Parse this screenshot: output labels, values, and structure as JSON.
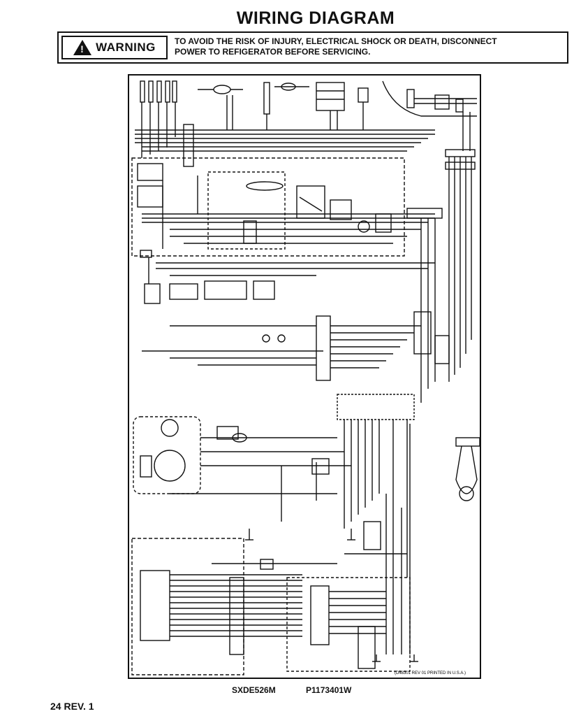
{
  "header": {
    "title": "WIRING DIAGRAM"
  },
  "warning": {
    "label": "WARNING",
    "line1": "TO AVOID THE RISK OF INJURY, ELECTRICAL SHOCK OR DEATH, DISCONNECT",
    "line2": "POWER TO REFIGERATOR BEFORE SERVICING."
  },
  "diagram": {
    "notice": "(D48301 REV 01 PRINTED IN U.S.A.)"
  },
  "footer": {
    "model": "SXDE526M",
    "part_number": "P1173401W",
    "page": "24 REV. 1"
  }
}
